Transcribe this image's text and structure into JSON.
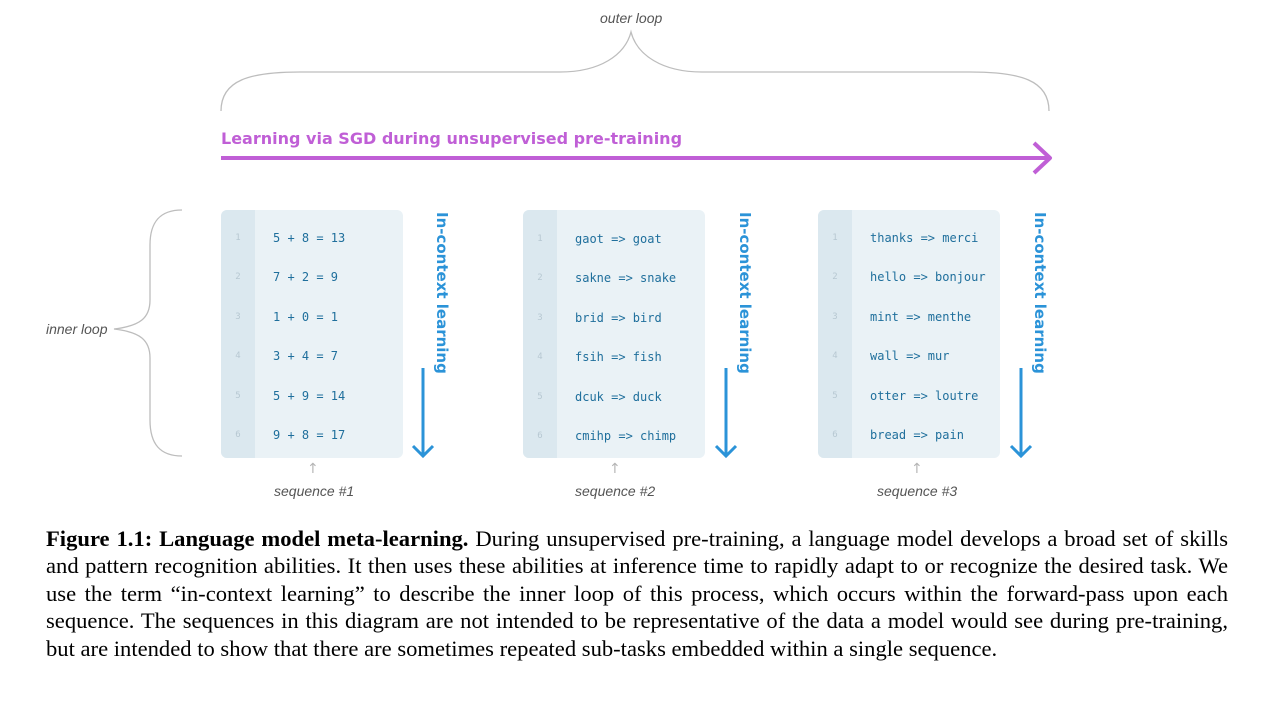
{
  "diagram": {
    "outer_loop_label": "outer loop",
    "inner_loop_label": "inner loop",
    "sgd_label": "Learning via SGD during unsupervised pre-training",
    "icl_label": "In-context learning",
    "colors": {
      "sgd": "#c05fd6",
      "icl": "#2b93d8",
      "code": "#1f6f9c",
      "box": "#eaf2f6",
      "gutter": "#dbe8ef"
    },
    "sequences": [
      {
        "name": "sequence #1",
        "lines": [
          "5 + 8 = 13",
          "7 + 2 = 9",
          "1 + 0 = 1",
          "3 + 4 = 7",
          "5 + 9 = 14",
          "9 + 8 = 17"
        ]
      },
      {
        "name": "sequence #2",
        "lines": [
          "gaot => goat",
          "sakne => snake",
          "brid => bird",
          "fsih => fish",
          "dcuk => duck",
          "cmihp => chimp"
        ]
      },
      {
        "name": "sequence #3",
        "lines": [
          "thanks => merci",
          "hello => bonjour",
          "mint => menthe",
          "wall => mur",
          "otter => loutre",
          "bread => pain"
        ]
      }
    ],
    "line_numbers": [
      "1",
      "2",
      "3",
      "4",
      "5",
      "6"
    ]
  },
  "caption": {
    "label": "Figure 1.1: Language model meta-learning.",
    "text": " During unsupervised pre-training, a language model develops a broad set of skills and pattern recognition abilities. It then uses these abilities at inference time to rapidly adapt to or recognize the desired task. We use the term “in-context learning” to describe the inner loop of this process, which occurs within the forward-pass upon each sequence. The sequences in this diagram are not intended to be representative of the data a model would see during pre-training, but are intended to show that there are sometimes repeated sub-tasks embedded within a single sequence."
  }
}
